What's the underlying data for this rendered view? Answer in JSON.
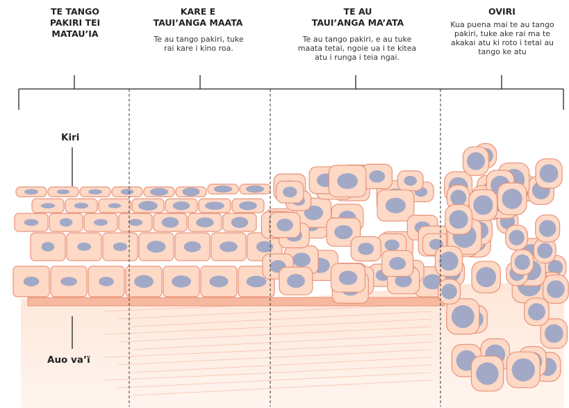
{
  "colors": {
    "cell_fill": "#fdd9c6",
    "cell_stroke": "#e8937a",
    "nucleus": "#a2a9c6",
    "tissue_fill": "#fde8dc",
    "lines": "#222222"
  },
  "stages": [
    {
      "heading": "TE  TANGO\nPAKIRI TEI\nMATAU’IA",
      "description": ""
    },
    {
      "heading": "KARE E\nTAUI’ANGA MAATA",
      "description": "Te au tango pakiri, tuke\nrai kare i kino roa."
    },
    {
      "heading": "TE AU\nTAUI’ANGA MA’ATA",
      "description": "Te au tango pakiri, e au tuke\nmaata tetai, ngoie ua i te kitea\natu i runga i teia ngai."
    },
    {
      "heading": "OVIRI",
      "description": "Kua puena mai te au tango\npakiri, tuke ake rai ma te\nakakai atu ki roto i tetai au\ntango ke atu"
    }
  ],
  "labels": {
    "skin": "Kiri",
    "tissue": "Auo va’ï"
  }
}
